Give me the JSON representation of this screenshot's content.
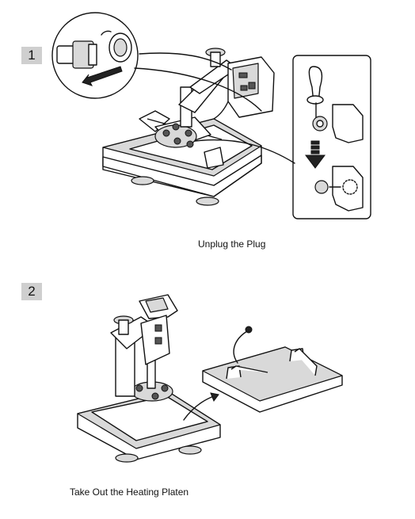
{
  "steps": [
    {
      "number": "1",
      "caption": "Unplug the Plug"
    },
    {
      "number": "2",
      "caption": "Take Out the Heating Platen"
    }
  ]
}
